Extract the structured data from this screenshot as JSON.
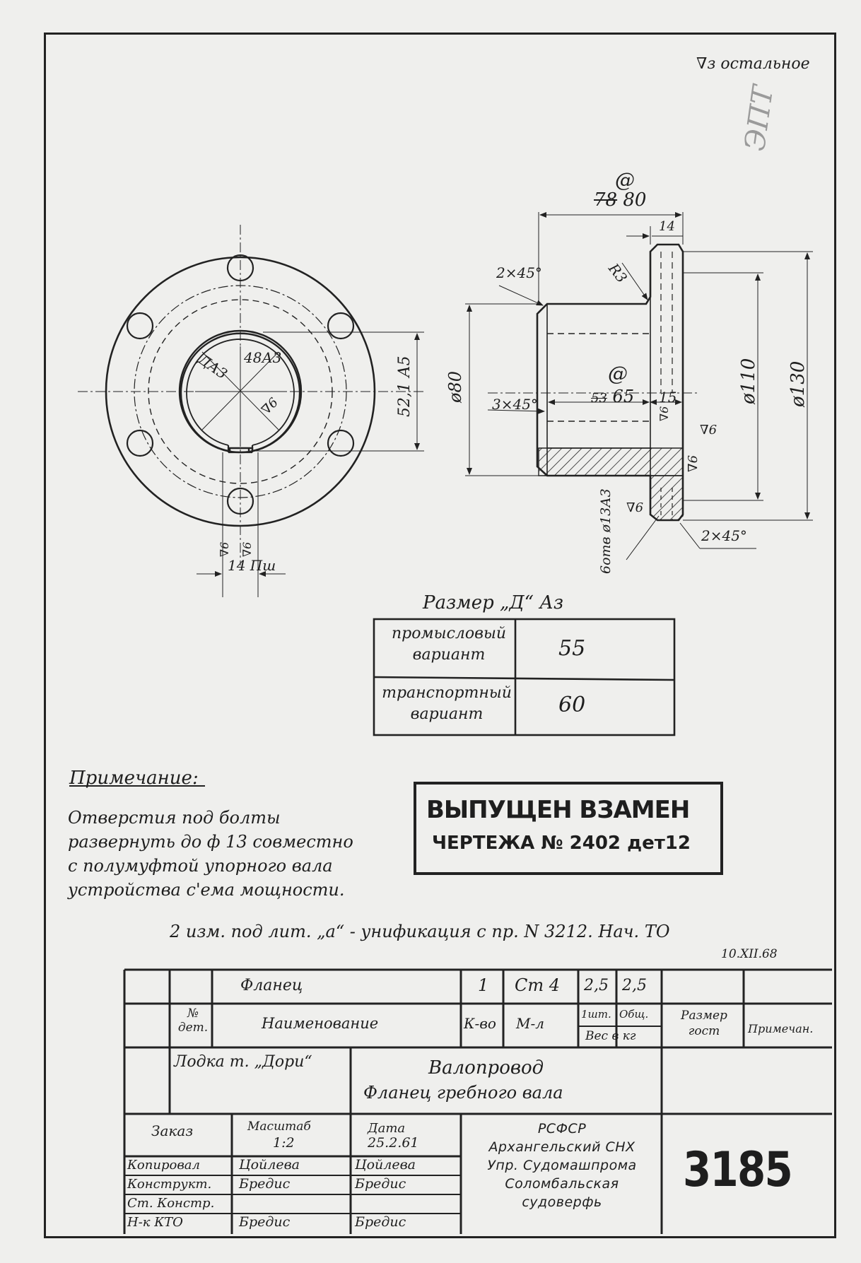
{
  "roughness": "∇з остальное",
  "pencil_mark": "ЭПТ",
  "dims": {
    "d80_top_struck": "78",
    "d80_top": "80",
    "w14": "14",
    "r3": "R3",
    "ch_2x45_top": "2×45°",
    "d80_side": "ø80",
    "ch_3x45": "3×45°",
    "d65_struck": "53",
    "d65": "65",
    "w15": "15",
    "d110": "ø110",
    "d130": "ø130",
    "holes": "6отв ø13А3",
    "ch_2x45_bottom": "2×45°",
    "r6a": "∇6",
    "r6b": "∇6",
    "r6c": "∇6",
    "r6d": "∇6",
    "circle_a": "@",
    "circle_b": "@",
    "bore_d": "ДА3",
    "bore_48": "48А3",
    "key_521": "52,1 А5",
    "r6_key": "∇6",
    "key_w": "14 Пш",
    "key_r6a": "∇6",
    "key_r6b": "∇6"
  },
  "size_table": {
    "title": "Размер „Д“ Аз",
    "rows": [
      {
        "label": "промысловый вариант",
        "value": "55"
      },
      {
        "label": "транспортный вариант",
        "value": "60"
      }
    ]
  },
  "note": {
    "heading": "Примечание:",
    "lines": [
      "Отверстия под болты",
      "развернуть до ф 13 совместно",
      "с полумуфтой упорного вала",
      "устройства с'ема мощности."
    ]
  },
  "stamp": {
    "line1": "ВЫПУЩЕН ВЗАМЕН",
    "line2": "ЧЕРТЕЖА № 2402 дет12"
  },
  "revision": {
    "text": "2 изм. под лит. „а“ - унификация с пр. N 3212.  Нач. ТО",
    "date": "10.XII.68"
  },
  "title_block": {
    "part_name": "Фланец",
    "qty": "1",
    "material": "Ст 4",
    "weight_unit": "2,5",
    "weight_total": "2,5",
    "hdr_no": "№ дет.",
    "hdr_name": "Наименование",
    "hdr_qty": "К-во",
    "hdr_mat": "М-л",
    "hdr_w1": "1шт.",
    "hdr_w2": "Общ.",
    "hdr_weight": "Вес в кг",
    "hdr_size": "Размер гост",
    "hdr_note": "Примечан.",
    "boat": "Лодка т. „Дори“",
    "assembly": "Валопровод",
    "drawing_title": "Фланец  гребного  вала",
    "lbl_order": "Заказ",
    "lbl_scale": "Масштаб",
    "scale": "1:2",
    "lbl_date": "Дата",
    "date": "25.2.61",
    "rows": [
      {
        "role": "Копировал",
        "name": "Цойлева"
      },
      {
        "role": "Конструкт.",
        "name": "Бредис"
      },
      {
        "role": "Ст. Констр.",
        "name": ""
      },
      {
        "role": "Н-к КТО",
        "name": "Бредис"
      }
    ],
    "org": [
      "РСФСР",
      "Архангельский СНХ",
      "Упр. Судомашпрома",
      "Соломбальская",
      "судоверфь"
    ],
    "drawing_no": "3185"
  }
}
